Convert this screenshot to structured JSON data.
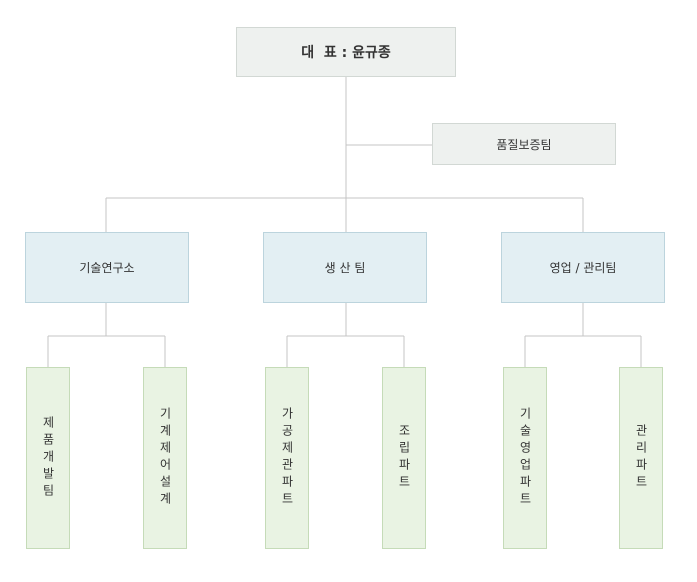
{
  "ceo": {
    "label": "대  표 : 윤규종"
  },
  "qa": {
    "label": "품질보증팀"
  },
  "departments": [
    {
      "label": "기술연구소",
      "teams": [
        "제품개발팀",
        "기계제어설계"
      ]
    },
    {
      "label": "생 산 팀",
      "teams": [
        "가공제관파트",
        "조립파트"
      ]
    },
    {
      "label": "영업 / 관리팀",
      "teams": [
        "기술영업파트",
        "관리파트"
      ]
    }
  ],
  "colors": {
    "ceo_fill": "#eef1ef",
    "dept_fill": "#e3eff3",
    "team_fill": "#e9f3e3",
    "line": "#c4c4c4"
  }
}
